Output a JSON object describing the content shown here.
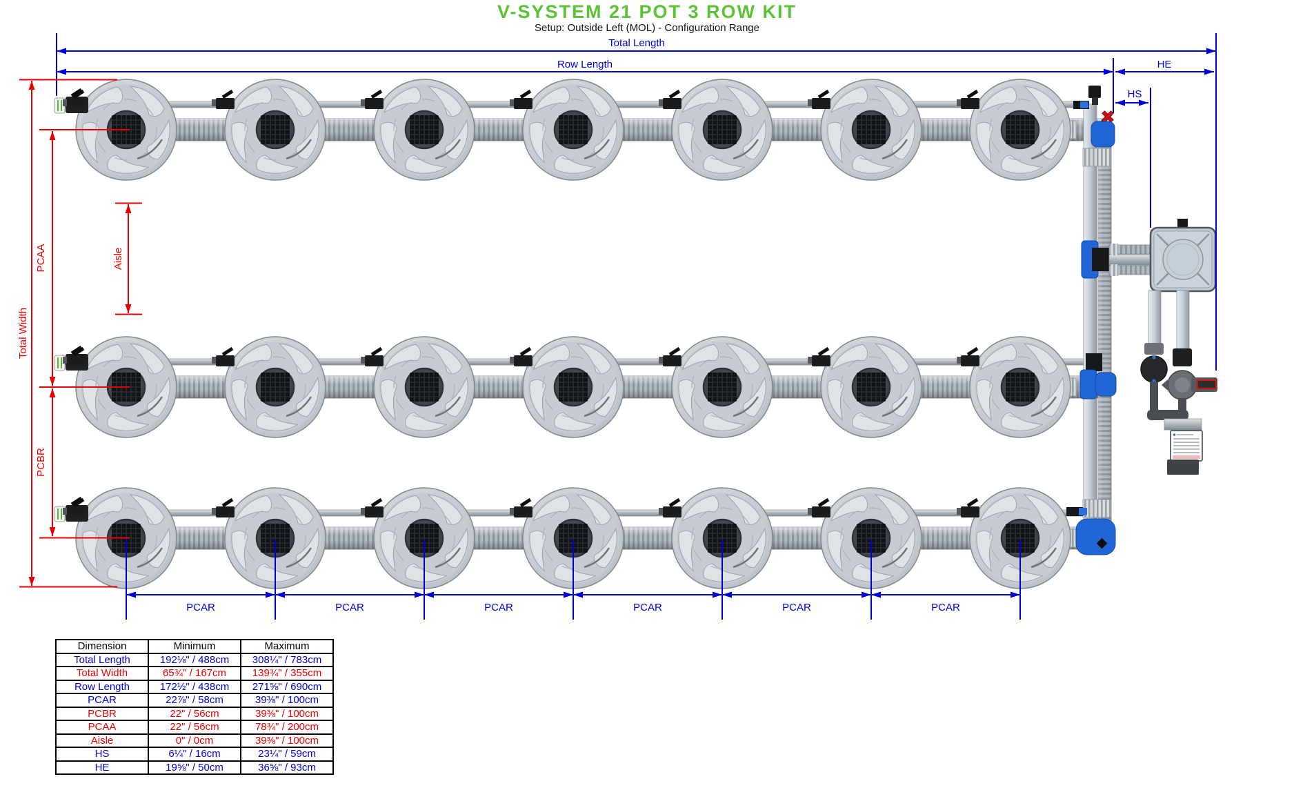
{
  "title": "V-SYSTEM 21 POT 3 ROW KIT",
  "subtitle": "Setup: Outside Left (MOL) - Configuration Range",
  "colors": {
    "dimension_blue": "#0000dd",
    "dimension_red": "#e80000",
    "title_green": "#5bc236",
    "fitting_blue": "#2166d6",
    "valve_red": "#d01212"
  },
  "diagram": {
    "pots_per_row": 7,
    "row_count": 3,
    "pcar_segment_count": 6,
    "labels": {
      "total_length": "Total Length",
      "row_length": "Row Length",
      "he": "HE",
      "hs": "HS",
      "total_width": "Total Width",
      "pcaa": "PCAA",
      "pcbr": "PCBR",
      "aisle": "Aisle",
      "pcar": "PCAR"
    }
  },
  "table": {
    "headers": [
      "Dimension",
      "Minimum",
      "Maximum"
    ],
    "rows": [
      {
        "name": "Total Length",
        "min": "192⅛\" / 488cm",
        "max": "308¼\" / 783cm",
        "color": "blue"
      },
      {
        "name": "Total Width",
        "min": "65¾\" / 167cm",
        "max": "139¾\" / 355cm",
        "color": "red"
      },
      {
        "name": "Row Length",
        "min": "172½\" / 438cm",
        "max": "271⅝\" / 690cm",
        "color": "blue"
      },
      {
        "name": "PCAR",
        "min": "22⅞\" / 58cm",
        "max": "39⅜\" / 100cm",
        "color": "blue"
      },
      {
        "name": "PCBR",
        "min": "22\" / 56cm",
        "max": "39⅜\" / 100cm",
        "color": "red"
      },
      {
        "name": "PCAA",
        "min": "22\" / 56cm",
        "max": "78¾\" / 200cm",
        "color": "red"
      },
      {
        "name": "Aisle",
        "min": "0\" / 0cm",
        "max": "39⅜\" / 100cm",
        "color": "red"
      },
      {
        "name": "HS",
        "min": "6¼\" / 16cm",
        "max": "23¼\" / 59cm",
        "color": "blue"
      },
      {
        "name": "HE",
        "min": "19⅝\" / 50cm",
        "max": "36⅝\" / 93cm",
        "color": "blue"
      }
    ]
  }
}
